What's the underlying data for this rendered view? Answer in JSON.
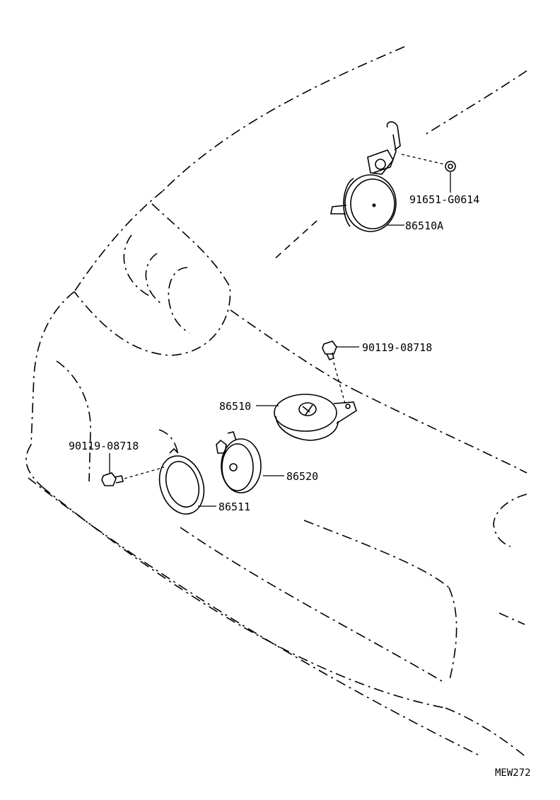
{
  "parts": [
    {
      "id": "nut",
      "number": "91651-G0614",
      "icon": "nut-icon"
    },
    {
      "id": "horn_high",
      "number": "86510A",
      "icon": "horn-icon"
    },
    {
      "id": "bolt_top",
      "number": "90119-08718",
      "icon": "bolt-icon"
    },
    {
      "id": "horn_low",
      "number": "86510",
      "icon": "horn-icon"
    },
    {
      "id": "horn_sub",
      "number": "86520",
      "icon": "horn-icon"
    },
    {
      "id": "bolt_left",
      "number": "90119-08718",
      "icon": "bolt-icon"
    },
    {
      "id": "cover",
      "number": "86511",
      "icon": "cover-ring-icon"
    }
  ],
  "diagram_code": "MEW272"
}
